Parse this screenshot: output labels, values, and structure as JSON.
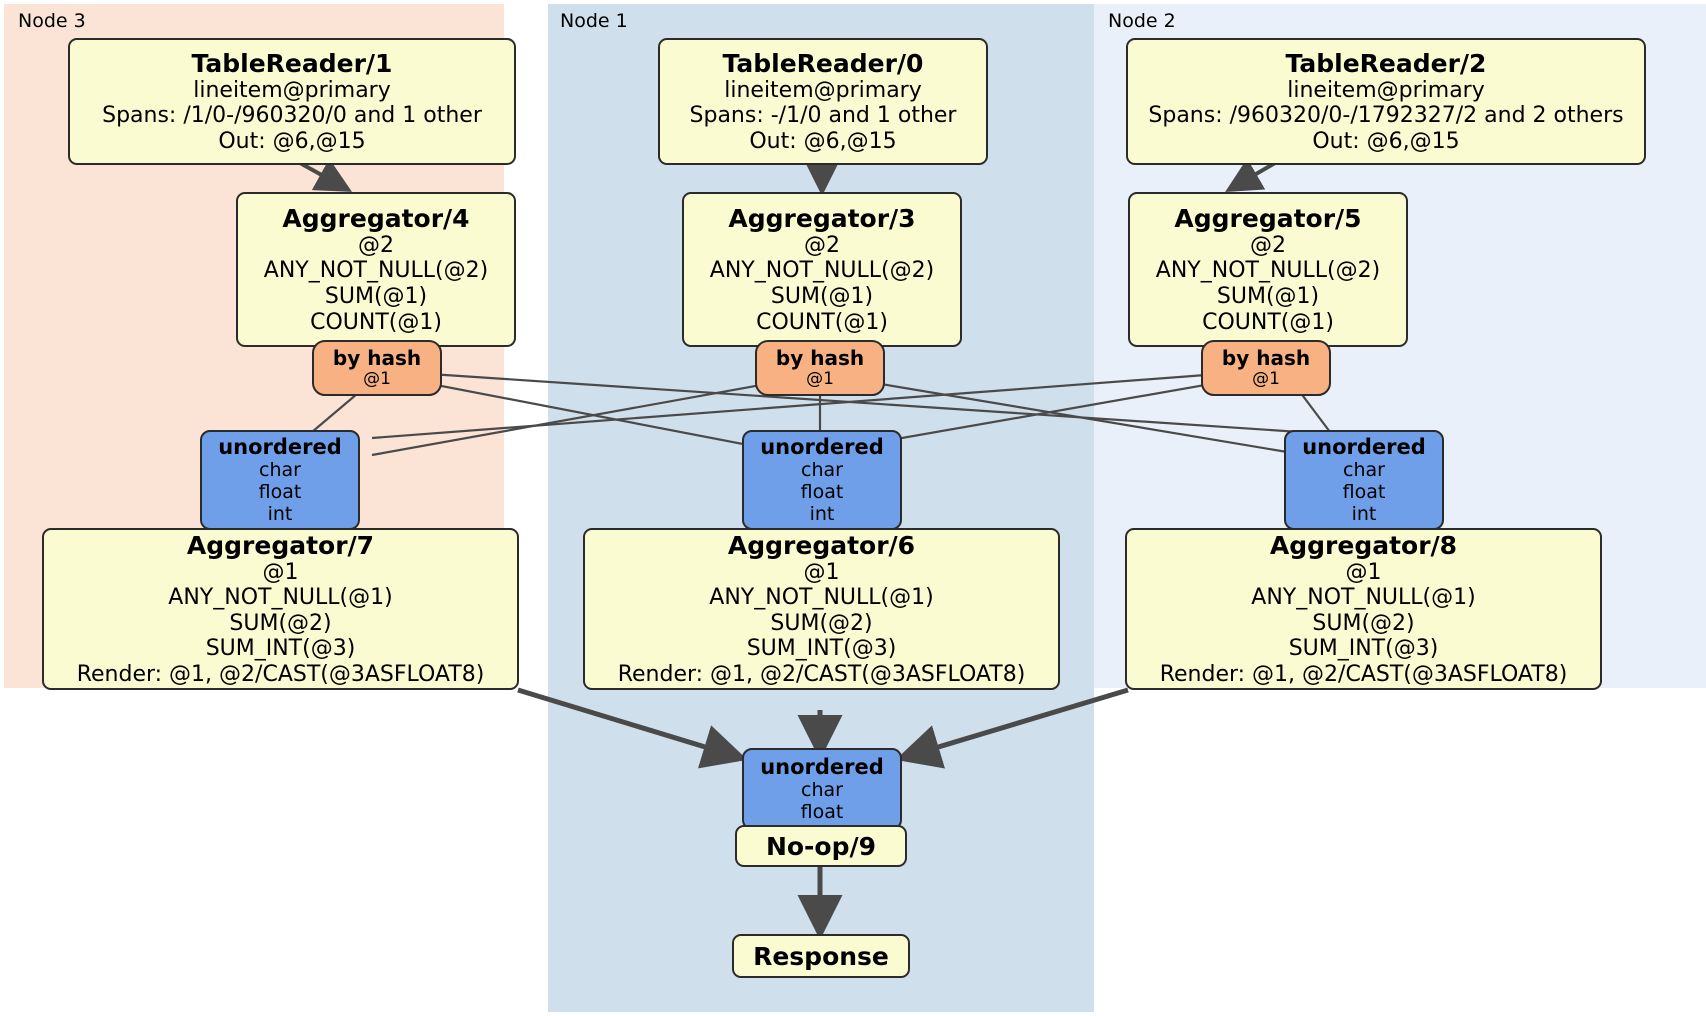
{
  "diagram": {
    "title": "distributed-query-plan",
    "colors": {
      "node3_bg": "#fbe3d6",
      "node1_bg": "#cfdfec",
      "node2_bg": "#eaf0fa",
      "processor_fill": "#fbfbd2",
      "router_fill": "#f7b183",
      "sync_fill": "#6f9fe8",
      "edge": "#4a4a4a",
      "border": "#2b2b2b"
    }
  },
  "nodes": [
    {
      "id": "node3",
      "label": "Node 3"
    },
    {
      "id": "node1",
      "label": "Node 1"
    },
    {
      "id": "node2",
      "label": "Node 2"
    }
  ],
  "boxes": {
    "table_reader_1": {
      "title": "TableReader/1",
      "lines": [
        "lineitem@primary",
        "Spans: /1/0-/960320/0 and 1 other",
        "Out: @6,@15"
      ]
    },
    "table_reader_0": {
      "title": "TableReader/0",
      "lines": [
        "lineitem@primary",
        "Spans: -/1/0 and 1 other",
        "Out: @6,@15"
      ]
    },
    "table_reader_2": {
      "title": "TableReader/2",
      "lines": [
        "lineitem@primary",
        "Spans: /960320/0-/1792327/2 and 2 others",
        "Out: @6,@15"
      ]
    },
    "aggregator_4": {
      "title": "Aggregator/4",
      "lines": [
        "@2",
        "ANY_NOT_NULL(@2)",
        "SUM(@1)",
        "COUNT(@1)"
      ]
    },
    "aggregator_3": {
      "title": "Aggregator/3",
      "lines": [
        "@2",
        "ANY_NOT_NULL(@2)",
        "SUM(@1)",
        "COUNT(@1)"
      ]
    },
    "aggregator_5": {
      "title": "Aggregator/5",
      "lines": [
        "@2",
        "ANY_NOT_NULL(@2)",
        "SUM(@1)",
        "COUNT(@1)"
      ]
    },
    "aggregator_7": {
      "title": "Aggregator/7",
      "lines": [
        "@1",
        "ANY_NOT_NULL(@1)",
        "SUM(@2)",
        "SUM_INT(@3)",
        "Render: @1, @2/CAST(@3ASFLOAT8)"
      ]
    },
    "aggregator_6": {
      "title": "Aggregator/6",
      "lines": [
        "@1",
        "ANY_NOT_NULL(@1)",
        "SUM(@2)",
        "SUM_INT(@3)",
        "Render: @1, @2/CAST(@3ASFLOAT8)"
      ]
    },
    "aggregator_8": {
      "title": "Aggregator/8",
      "lines": [
        "@1",
        "ANY_NOT_NULL(@1)",
        "SUM(@2)",
        "SUM_INT(@3)",
        "Render: @1, @2/CAST(@3ASFLOAT8)"
      ]
    },
    "by_hash_left": {
      "title": "by hash",
      "lines": [
        "@1"
      ]
    },
    "by_hash_center": {
      "title": "by hash",
      "lines": [
        "@1"
      ]
    },
    "by_hash_right": {
      "title": "by hash",
      "lines": [
        "@1"
      ]
    },
    "unordered_left": {
      "title": "unordered",
      "lines": [
        "char",
        "float",
        "int"
      ]
    },
    "unordered_center": {
      "title": "unordered",
      "lines": [
        "char",
        "float",
        "int"
      ]
    },
    "unordered_right": {
      "title": "unordered",
      "lines": [
        "char",
        "float",
        "int"
      ]
    },
    "unordered_final": {
      "title": "unordered",
      "lines": [
        "char",
        "float"
      ]
    },
    "noop_9": {
      "title": "No-op/9",
      "lines": []
    },
    "response": {
      "title": "Response",
      "lines": []
    }
  }
}
